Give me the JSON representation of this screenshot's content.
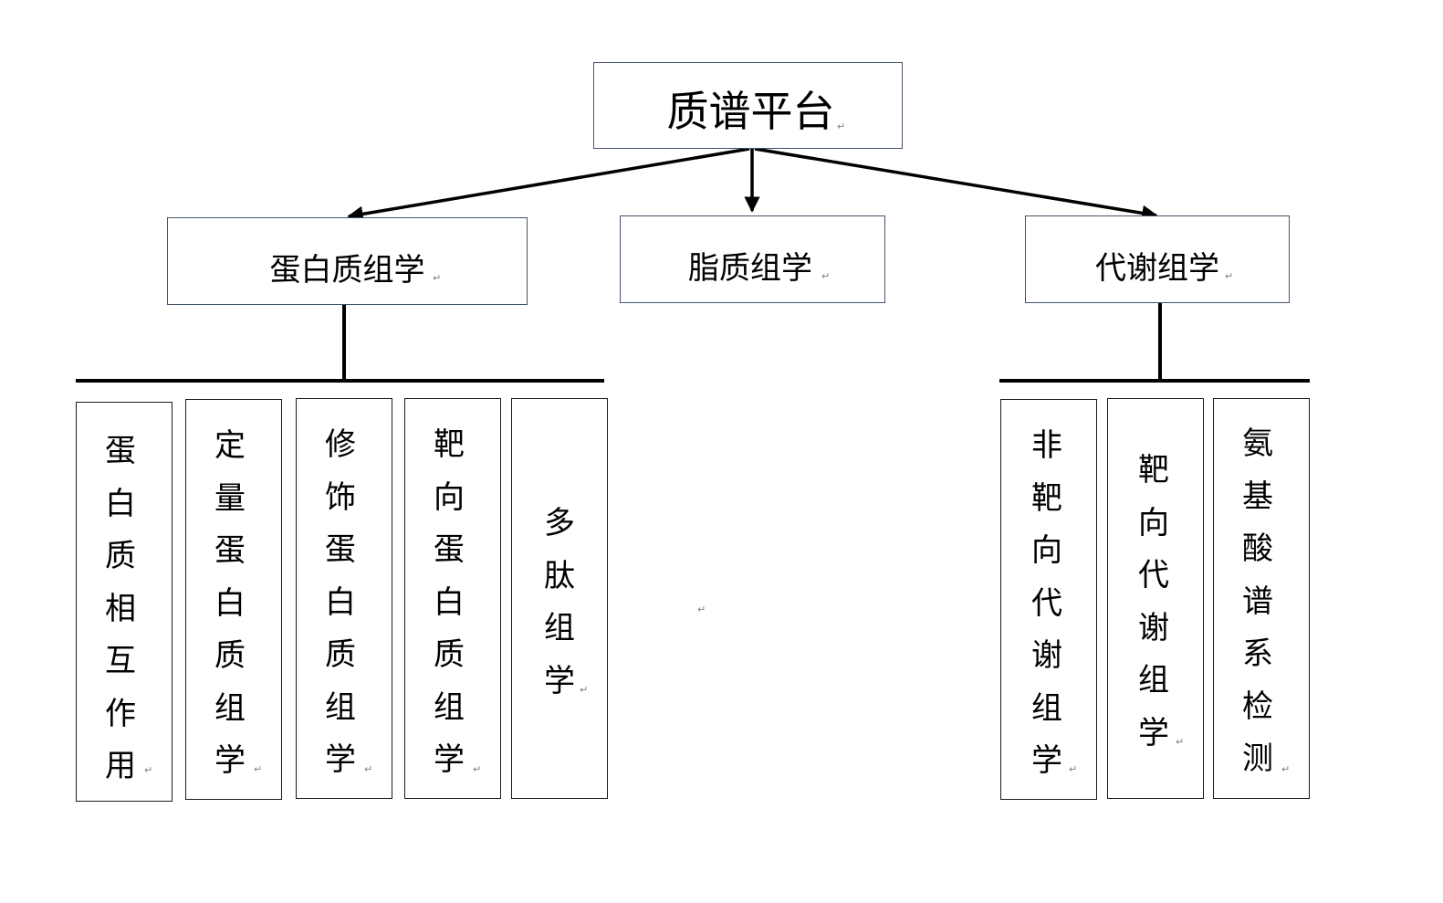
{
  "root": {
    "label": "质谱平台"
  },
  "branches": [
    {
      "label": "蛋白质组学",
      "children": [
        "蛋白质相互作用",
        "定量蛋白质组学",
        "修饰蛋白质组学",
        "靶向蛋白质组学",
        "多肽组学"
      ]
    },
    {
      "label": "脂质组学",
      "children": []
    },
    {
      "label": "代谢组学",
      "children": [
        "非靶向代谢组学",
        "靶向代谢组学",
        "氨基酸谱系检测"
      ]
    }
  ],
  "paragraph_mark": "↵",
  "colors": {
    "node_border": "#44546a",
    "leaf_border": "#1a1a1a",
    "line": "#000000",
    "paragraph_mark": "#7f7f7f"
  }
}
